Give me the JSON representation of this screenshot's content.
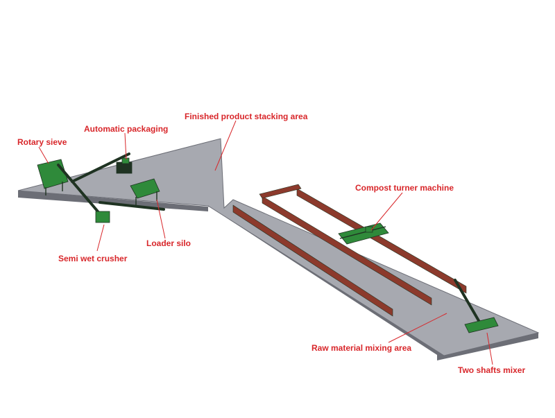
{
  "colors": {
    "label": "#d8262a",
    "leader": "#d8262a",
    "floor_top": "#a7a9b0",
    "floor_side": "#6c6e76",
    "trench_wall": "#8c3a2c",
    "machine_green": "#2f8a3a",
    "machine_dark": "#1f3322"
  },
  "labels": {
    "finished_area": "Finished product stacking area",
    "automatic_packaging": "Automatic packaging",
    "rotary_sieve": "Rotary sieve",
    "loader_silo": "Loader silo",
    "semi_wet_crusher": "Semi wet crusher",
    "compost_turner": "Compost turner machine",
    "raw_material_area": "Raw material mixing area",
    "two_shafts_mixer": "Two shafts mixer"
  }
}
